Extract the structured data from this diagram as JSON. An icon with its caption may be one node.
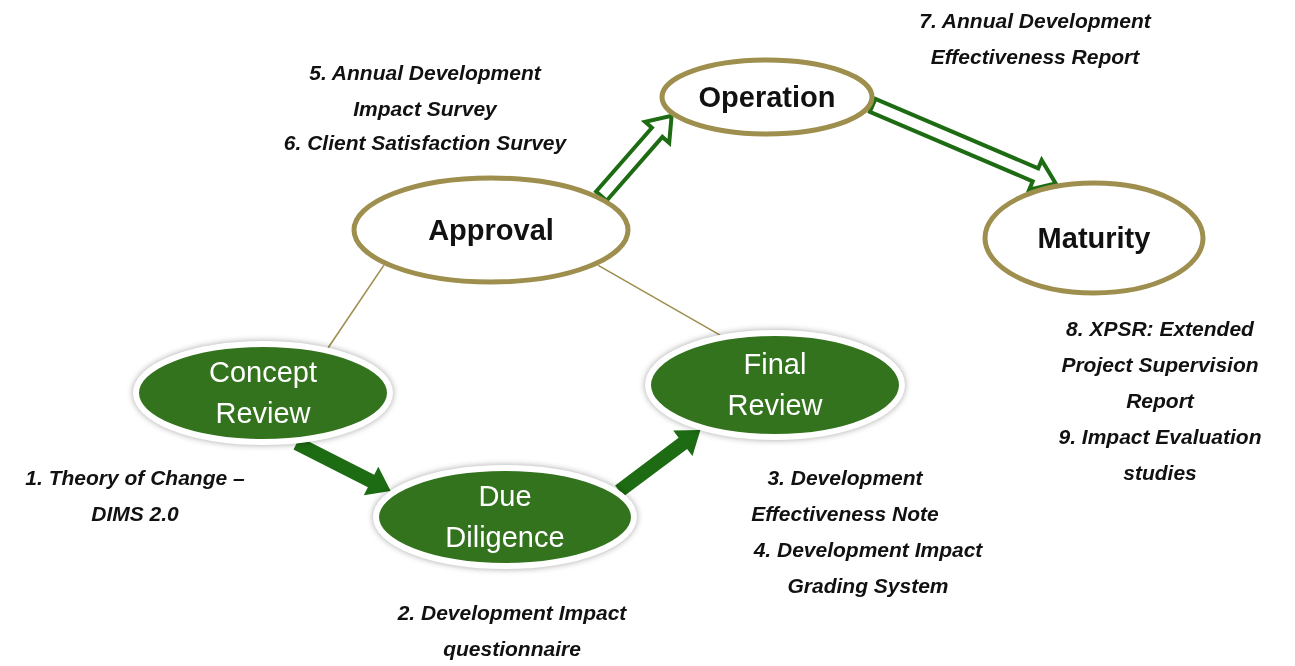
{
  "diagram": {
    "nodes": [
      {
        "text": [
          "Approval"
        ],
        "beside": [
          "5. Annual Development Impact Survey",
          "6. Client Satisfaction Survey"
        ]
      },
      {
        "text": [
          "Operation"
        ],
        "beside": [
          "7. Annual Development Effectiveness Report"
        ]
      },
      {
        "text": [
          "Maturity"
        ],
        "beside": [
          "8. XPSR: Extended Project Supervision Report",
          "9. Impact Evaluation studies"
        ]
      },
      {
        "text": [
          "Concept Review"
        ],
        "beside": [
          "1. Theory of Change – DIMS 2.0"
        ]
      },
      {
        "text": [
          "Due Diligence"
        ],
        "beside": [
          "2. Development Impact questionnaire"
        ]
      },
      {
        "text": [
          "Final Review"
        ],
        "beside": [
          "3. Development Effectiveness Note",
          "4. Development Impact Grading System"
        ]
      }
    ],
    "edges": [
      {
        "from": 3,
        "to": 4,
        "arrow": "to",
        "style": "thick"
      },
      {
        "from": 4,
        "to": 5,
        "arrow": "to",
        "style": "thick"
      },
      {
        "from": 0,
        "to": 1,
        "arrow": "to"
      },
      {
        "from": 1,
        "to": 2,
        "arrow": "to"
      },
      {
        "from": 0,
        "to": 3,
        "arrow": "none",
        "color": "#9e8f4e"
      },
      {
        "from": 0,
        "to": 5,
        "arrow": "none",
        "color": "#9e8f4e"
      }
    ]
  }
}
